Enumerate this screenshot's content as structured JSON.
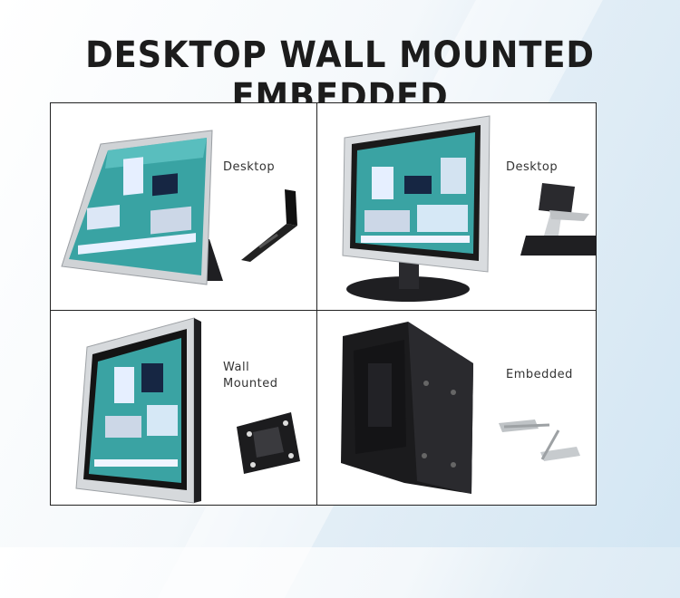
{
  "headline": "DESKTOP WALL MOUNTED EMBEDDED",
  "cells": {
    "top_left": {
      "label": "Desktop"
    },
    "top_right": {
      "label": "Desktop"
    },
    "bottom_left": {
      "label_line1": "Wall",
      "label_line2": "Mounted"
    },
    "bottom_right": {
      "label": "Embedded"
    }
  },
  "colors": {
    "bezel_silver": "#c9ccd0",
    "stand_black": "#1f1f22",
    "screen_teal": "#3aa0a0"
  }
}
